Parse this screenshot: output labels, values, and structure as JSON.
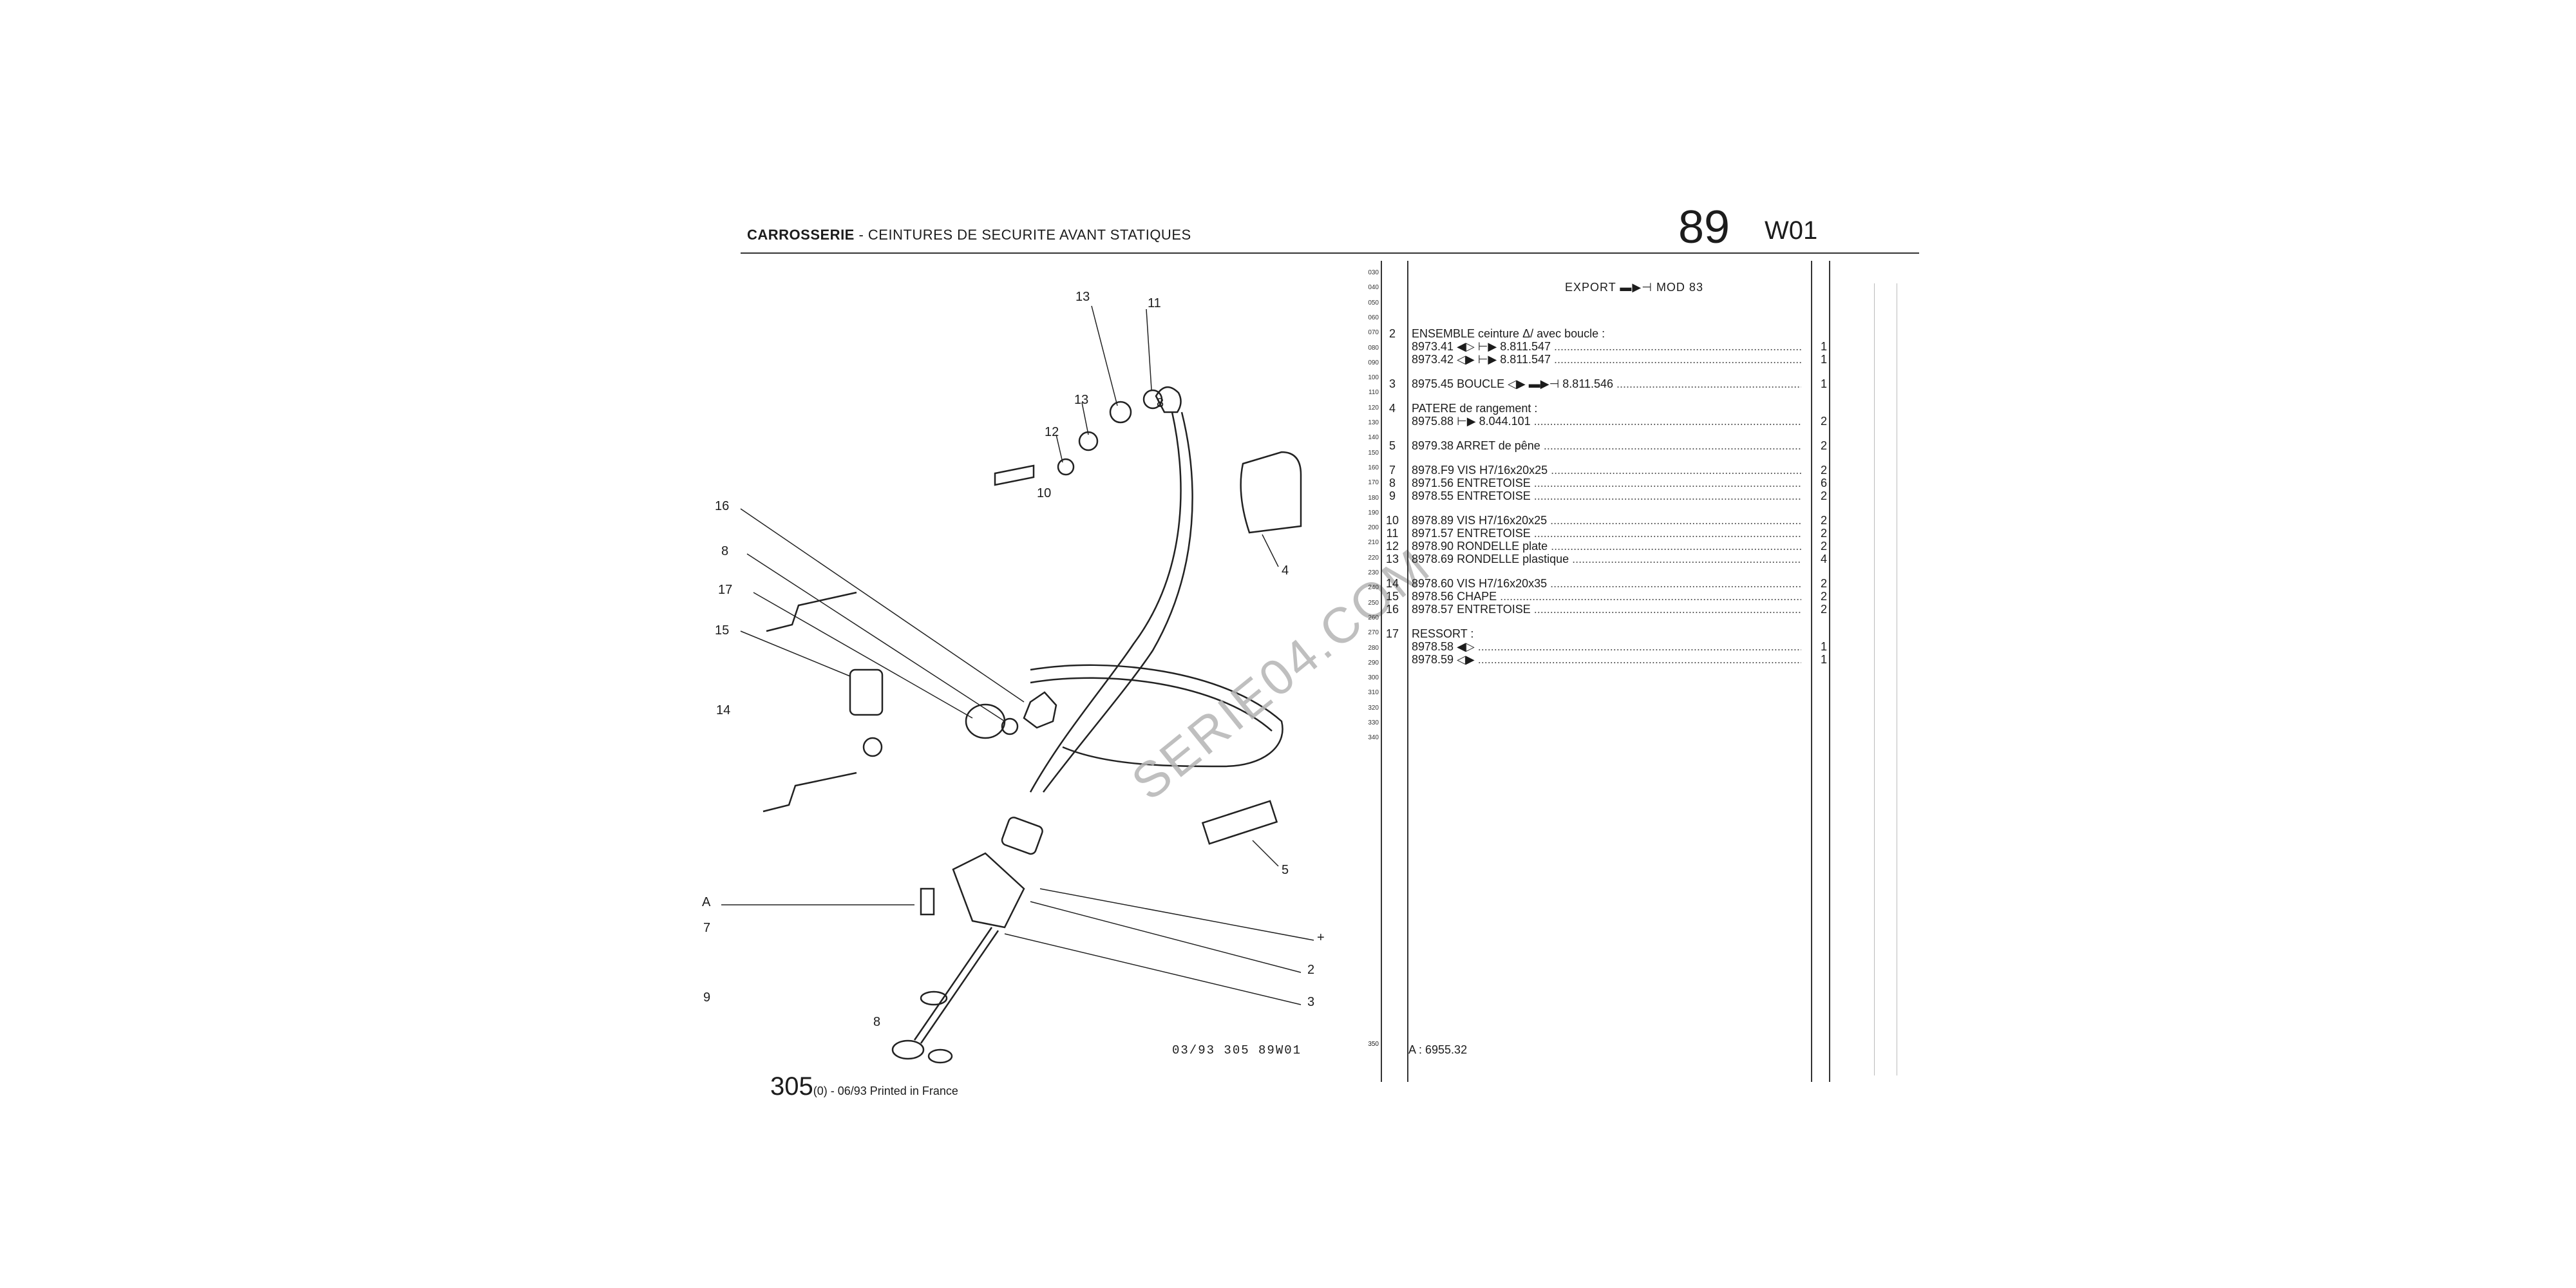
{
  "header": {
    "title_bold": "CARROSSERIE",
    "title_rest": " - CEINTURES DE SECURITE AVANT STATIQUES",
    "page_number": "89",
    "page_code": "W01"
  },
  "drawing": {
    "callouts": [
      "13",
      "11",
      "13",
      "12",
      "8",
      "10",
      "16",
      "8",
      "17",
      "15",
      "14",
      "4",
      "5",
      "+",
      "2",
      "3",
      "A",
      "7",
      "9",
      "8"
    ],
    "footer_ref": "03/93 305 89W01",
    "footer_print_big": "305",
    "footer_print_rest": "(0) - 06/93 Printed in France",
    "watermark": "SERIE04.COM"
  },
  "table": {
    "line_numbers": [
      "030",
      "040",
      "050",
      "060",
      "070",
      "080",
      "090",
      "100",
      "110",
      "120",
      "130",
      "140",
      "150",
      "160",
      "170",
      "180",
      "190",
      "200",
      "210",
      "220",
      "230",
      "240",
      "250",
      "260",
      "270",
      "280",
      "290",
      "300",
      "310",
      "320",
      "330",
      "340"
    ],
    "last_line_number": "350",
    "export_label": "EXPORT",
    "export_model": "MOD 83",
    "rows": [
      {
        "ref": "2",
        "text": "ENSEMBLE ceinture  Δ/  avec boucle :",
        "qty": "",
        "dots": false
      },
      {
        "ref": "",
        "text": "8973.41    ◀▷ ⊢▶  8.811.547",
        "qty": "1",
        "dots": true
      },
      {
        "ref": "",
        "text": "8973.42    ◁▶ ⊢▶  8.811.547",
        "qty": "1",
        "dots": true
      },
      {
        "ref": "3",
        "text": "8975.45 BOUCLE ◁▶  ▬▶⊣ 8.811.546",
        "qty": "1",
        "dots": true
      },
      {
        "ref": "4",
        "text": "PATERE de rangement :",
        "qty": "",
        "dots": false
      },
      {
        "ref": "",
        "text": "8975.88  ⊢▶  8.044.101",
        "qty": "2",
        "dots": true
      },
      {
        "ref": "5",
        "text": "8979.38 ARRET de pêne",
        "qty": "2",
        "dots": true
      },
      {
        "ref": "7",
        "text": "8978.F9 VIS H7/16x20x25",
        "qty": "2",
        "dots": true
      },
      {
        "ref": "8",
        "text": "8971.56 ENTRETOISE",
        "qty": "6",
        "dots": true
      },
      {
        "ref": "9",
        "text": "8978.55 ENTRETOISE",
        "qty": "2",
        "dots": true
      },
      {
        "ref": "10",
        "text": "8978.89 VIS H7/16x20x25",
        "qty": "2",
        "dots": true
      },
      {
        "ref": "11",
        "text": "8971.57 ENTRETOISE",
        "qty": "2",
        "dots": true
      },
      {
        "ref": "12",
        "text": "8978.90 RONDELLE plate",
        "qty": "2",
        "dots": true
      },
      {
        "ref": "13",
        "text": "8978.69 RONDELLE plastique",
        "qty": "4",
        "dots": true
      },
      {
        "ref": "14",
        "text": "8978.60 VIS H7/16x20x35",
        "qty": "2",
        "dots": true
      },
      {
        "ref": "15",
        "text": "8978.56 CHAPE",
        "qty": "2",
        "dots": true
      },
      {
        "ref": "16",
        "text": "8978.57 ENTRETOISE",
        "qty": "2",
        "dots": true
      },
      {
        "ref": "17",
        "text": "RESSORT :",
        "qty": "",
        "dots": false
      },
      {
        "ref": "",
        "text": "8978.58    ◀▷",
        "qty": "1",
        "dots": true
      },
      {
        "ref": "",
        "text": "8978.59    ◁▶",
        "qty": "1",
        "dots": true
      }
    ],
    "footnote": "A : 6955.32"
  }
}
